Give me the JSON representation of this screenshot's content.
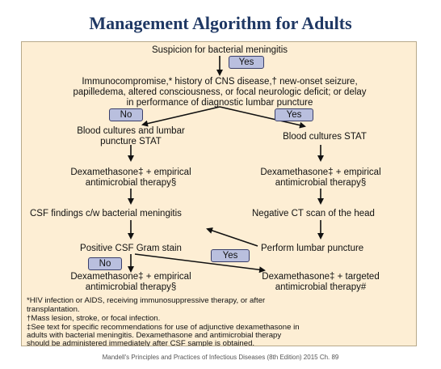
{
  "title": "Management Algorithm for Adults",
  "nodes": {
    "suspicion": "Suspicion for bacterial meningitis",
    "immuno_line1": "Immunocompromise,* history of CNS disease,† new-onset seizure,",
    "immuno_line2": "papilledema, altered consciousness, or focal neurologic deficit; or delay",
    "immuno_line3": "in performance of diagnostic lumbar puncture",
    "left_cultures_line1": "Blood cultures and lumbar",
    "left_cultures_line2": "puncture STAT",
    "right_cultures": "Blood cultures STAT",
    "left_dexa_line1": "Dexamethasone‡ + empirical",
    "left_dexa_line2": "antimicrobial therapy§",
    "right_dexa_line1": "Dexamethasone‡ + empirical",
    "right_dexa_line2": "antimicrobial therapy§",
    "csf_findings": "CSF findings c/w bacterial meningitis",
    "negative_ct": "Negative CT scan of the head",
    "positive_gram": "Positive CSF Gram stain",
    "perform_lp": "Perform lumbar puncture",
    "bottom_left_dexa_line1": "Dexamethasone‡ + empirical",
    "bottom_left_dexa_line2": "antimicrobial therapy§",
    "bottom_right_dexa_line1": "Dexamethasone‡ + targeted",
    "bottom_right_dexa_line2": "antimicrobial therapy#"
  },
  "badges": {
    "yes_top": "Yes",
    "no_mid": "No",
    "yes_mid": "Yes",
    "no_bottom": "No",
    "yes_bottom": "Yes"
  },
  "footnotes": {
    "f1_line1": "*HIV infection or AIDS, receiving immunosuppressive therapy, or after",
    "f1_line2": "transplantation.",
    "f2": "†Mass lesion, stroke, or focal infection.",
    "f3_line1": "‡See text for specific recommendations for use of adjunctive dexamethasone in",
    "f3_line2": "adults with bacterial meningitis. Dexamethasone and antimicrobial therapy",
    "f3_line3": "should be administered immediately after CSF sample is obtained."
  },
  "citation": "Mandell's Principles and Practices of Infectious Diseases (8th Edition) 2015 Ch. 89"
}
